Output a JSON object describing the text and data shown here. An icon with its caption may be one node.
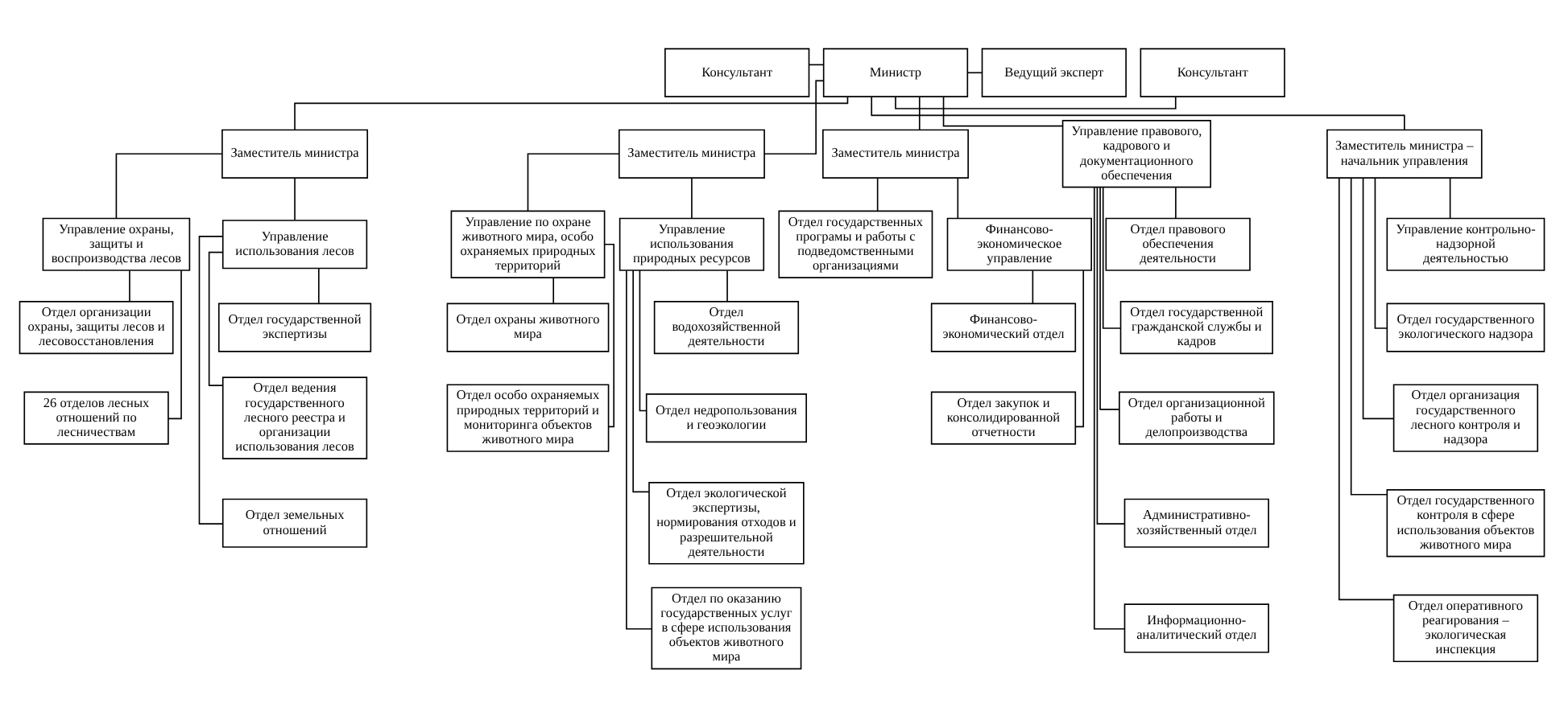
{
  "diagram": {
    "nodes": [
      {
        "text": [
          "Министр"
        ]
      },
      {
        "text": [
          "Консультант"
        ]
      },
      {
        "text": [
          "Консультант"
        ]
      },
      {
        "text": [
          "Ведущий эксперт"
        ]
      },
      {
        "text": [
          "Заместитель министра"
        ]
      },
      {
        "text": [
          "Заместитель министра"
        ]
      },
      {
        "text": [
          "Заместитель министра"
        ]
      },
      {
        "text": [
          "Управление правового, кадрового и документационного обеспечения"
        ]
      },
      {
        "text": [
          "Заместитель министра – начальник управления"
        ]
      },
      {
        "text": [
          "Управление охраны, защиты и воспроизводства лесов"
        ]
      },
      {
        "text": [
          "Управление использования лесов"
        ]
      },
      {
        "text": [
          "Отдел организации охраны, защиты лесов и лесовосстановления"
        ]
      },
      {
        "text": [
          "26 отделов лесных отношений по лесничествам"
        ]
      },
      {
        "text": [
          "Отдел государственной экспертизы"
        ]
      },
      {
        "text": [
          "Отдел ведения государственного лесного реестра и организации использования лесов"
        ]
      },
      {
        "text": [
          "Отдел земельных отношений"
        ]
      },
      {
        "text": [
          "Управление по охране животного мира, особо охраняемых природных территорий"
        ]
      },
      {
        "text": [
          "Управление использования природных ресурсов"
        ]
      },
      {
        "text": [
          "Отдел охраны животного мира"
        ]
      },
      {
        "text": [
          "Отдел особо охраняемых природных территорий и мониторинга объектов животного мира"
        ]
      },
      {
        "text": [
          "Отдел водохозяйственной деятельности"
        ]
      },
      {
        "text": [
          "Отдел недропользования и геоэкологии"
        ]
      },
      {
        "text": [
          "Отдел экологической экспертизы, нормирования отходов и разрешительной деятельности"
        ]
      },
      {
        "text": [
          "Отдел по оказанию государственных услуг в сфере использования объектов животного мира"
        ]
      },
      {
        "text": [
          "Отдел государственных програмы и работы с подведомственными организациями"
        ]
      },
      {
        "text": [
          "Финансово-экономическое управление"
        ]
      },
      {
        "text": [
          "Финансово-экономический отдел"
        ]
      },
      {
        "text": [
          "Отдел закупок и консолидированной отчетности"
        ]
      },
      {
        "text": [
          "Отдел правового обеспечения деятельности"
        ]
      },
      {
        "text": [
          "Отдел государственной гражданской службы и кадров"
        ]
      },
      {
        "text": [
          "Отдел организационной работы и делопроизводства"
        ]
      },
      {
        "text": [
          "Административно-хозяйственный отдел"
        ]
      },
      {
        "text": [
          "Информационно-аналитический отдел"
        ]
      },
      {
        "text": [
          "Управление контрольно-надзорной деятельностью"
        ]
      },
      {
        "text": [
          "Отдел государственного экологического надзора"
        ]
      },
      {
        "text": [
          "Отдел организация государственного лесного контроля и надзора"
        ]
      },
      {
        "text": [
          "Отдел государственного контроля в сфере использования объектов животного мира"
        ]
      },
      {
        "text": [
          "Отдел оперативного реагирования – экологическая инспекция"
        ]
      }
    ],
    "edges": [
      {
        "from": 1,
        "to": 0,
        "arrow": "none"
      },
      {
        "from": 0,
        "to": 2,
        "arrow": "none"
      },
      {
        "from": 0,
        "to": 3,
        "arrow": "none"
      },
      {
        "from": 0,
        "to": 4,
        "arrow": "none"
      },
      {
        "from": 0,
        "to": 5,
        "arrow": "none"
      },
      {
        "from": 0,
        "to": 6,
        "arrow": "none"
      },
      {
        "from": 0,
        "to": 7,
        "arrow": "none"
      },
      {
        "from": 0,
        "to": 8,
        "arrow": "none"
      },
      {
        "from": 4,
        "to": 9,
        "arrow": "none"
      },
      {
        "from": 4,
        "to": 10,
        "arrow": "none"
      },
      {
        "from": 9,
        "to": 11,
        "arrow": "none"
      },
      {
        "from": 9,
        "to": 12,
        "arrow": "none"
      },
      {
        "from": 10,
        "to": 13,
        "arrow": "none"
      },
      {
        "from": 10,
        "to": 14,
        "arrow": "none"
      },
      {
        "from": 10,
        "to": 15,
        "arrow": "none"
      },
      {
        "from": 5,
        "to": 16,
        "arrow": "none"
      },
      {
        "from": 5,
        "to": 17,
        "arrow": "none"
      },
      {
        "from": 16,
        "to": 18,
        "arrow": "none"
      },
      {
        "from": 16,
        "to": 19,
        "arrow": "none"
      },
      {
        "from": 17,
        "to": 20,
        "arrow": "none"
      },
      {
        "from": 17,
        "to": 21,
        "arrow": "none"
      },
      {
        "from": 17,
        "to": 22,
        "arrow": "none"
      },
      {
        "from": 17,
        "to": 23,
        "arrow": "none"
      },
      {
        "from": 6,
        "to": 24,
        "arrow": "none"
      },
      {
        "from": 6,
        "to": 25,
        "arrow": "none"
      },
      {
        "from": 25,
        "to": 26,
        "arrow": "none"
      },
      {
        "from": 25,
        "to": 27,
        "arrow": "none"
      },
      {
        "from": 7,
        "to": 28,
        "arrow": "none"
      },
      {
        "from": 7,
        "to": 29,
        "arrow": "none"
      },
      {
        "from": 7,
        "to": 30,
        "arrow": "none"
      },
      {
        "from": 7,
        "to": 31,
        "arrow": "none"
      },
      {
        "from": 7,
        "to": 32,
        "arrow": "none"
      },
      {
        "from": 8,
        "to": 33,
        "arrow": "none"
      },
      {
        "from": 8,
        "to": 34,
        "arrow": "none"
      },
      {
        "from": 8,
        "to": 35,
        "arrow": "none"
      },
      {
        "from": 8,
        "to": 36,
        "arrow": "none"
      },
      {
        "from": 8,
        "to": 37,
        "arrow": "none"
      }
    ]
  }
}
